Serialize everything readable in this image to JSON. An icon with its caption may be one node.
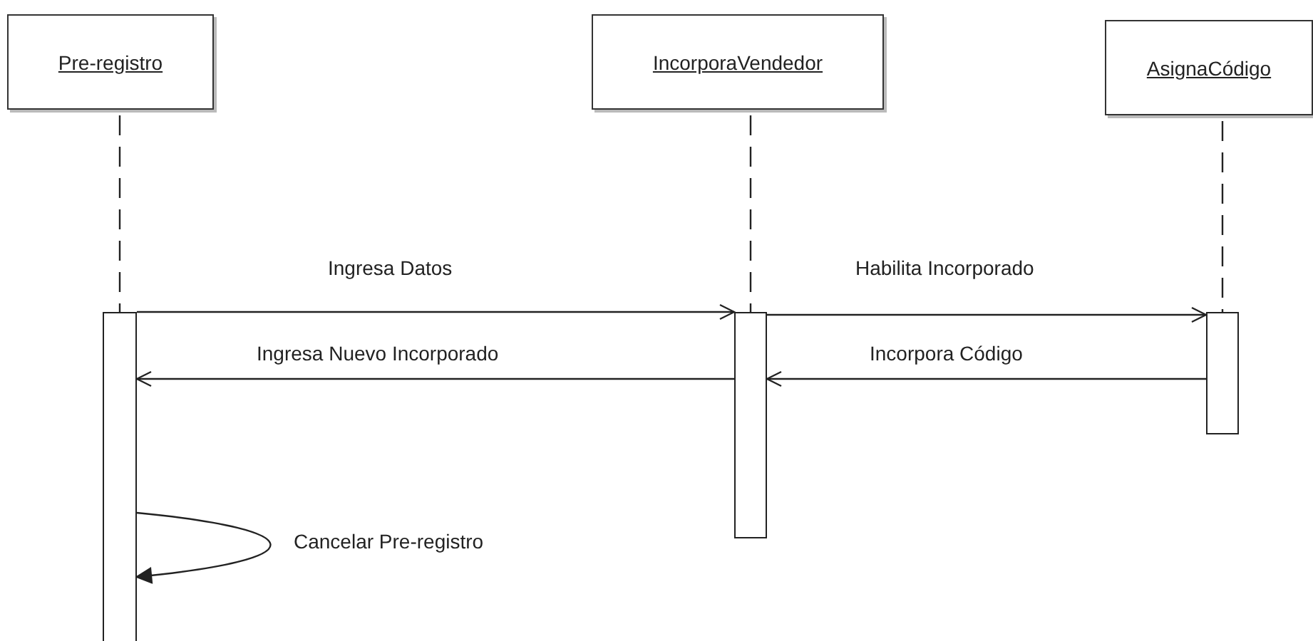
{
  "diagram": {
    "nodes": [
      {
        "text": [
          "Pre-registro"
        ]
      },
      {
        "text": [
          "IncorporaVendedor"
        ]
      },
      {
        "text": [
          "AsignaCódigo"
        ]
      },
      {
        "text": [],
        "shape": "bar"
      },
      {
        "text": [],
        "shape": "bar"
      },
      {
        "text": [],
        "shape": "bar"
      }
    ],
    "edges": [
      {
        "from": 0,
        "to": 3,
        "arrow": "none",
        "style": "dashed"
      },
      {
        "from": 1,
        "to": 4,
        "arrow": "none",
        "style": "dashed"
      },
      {
        "from": 2,
        "to": 5,
        "arrow": "none",
        "style": "dashed"
      },
      {
        "from": 3,
        "to": 4,
        "arrow": "to",
        "label": "Ingresa Datos"
      },
      {
        "from": 4,
        "to": 5,
        "arrow": "to",
        "label": "Habilita Incorporado"
      },
      {
        "from": 4,
        "to": 3,
        "arrow": "to",
        "label": "Ingresa Nuevo Incorporado"
      },
      {
        "from": 5,
        "to": 4,
        "arrow": "to",
        "label": "Incorpora Código"
      },
      {
        "from": 3,
        "to": 3,
        "arrow": "to",
        "label": "Cancelar Pre-registro"
      }
    ]
  }
}
